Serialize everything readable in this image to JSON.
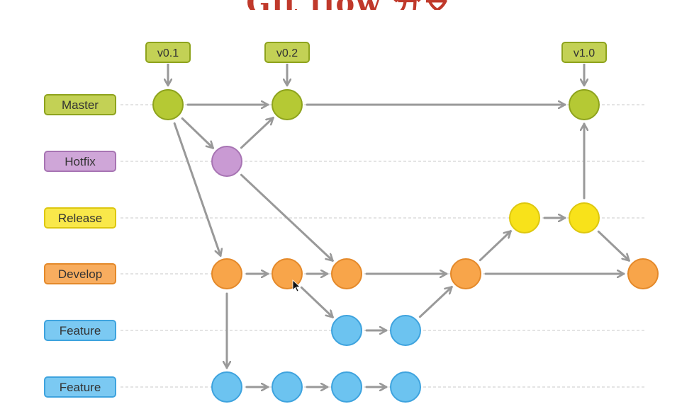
{
  "title": "Git flow 分支",
  "colors": {
    "title": "#c0392b",
    "arrow": "#999999",
    "guide": "#c8c8c8",
    "master": {
      "fill": "#b5c934",
      "stroke": "#8ea31d",
      "label_fill": "#c3d155"
    },
    "hotfix": {
      "fill": "#c99ad3",
      "stroke": "#a774b3",
      "label_fill": "#cfa6d8"
    },
    "release": {
      "fill": "#f8e21a",
      "stroke": "#ddc70f",
      "label_fill": "#f9e84a"
    },
    "develop": {
      "fill": "#f8a54a",
      "stroke": "#e4892a",
      "label_fill": "#f8ad5f"
    },
    "feature": {
      "fill": "#6cc3f0",
      "stroke": "#3ea3de",
      "label_fill": "#7bc9f2"
    }
  },
  "branches": [
    {
      "id": "master",
      "label": "Master",
      "color": "master"
    },
    {
      "id": "hotfix",
      "label": "Hotfix",
      "color": "hotfix"
    },
    {
      "id": "release",
      "label": "Release",
      "color": "release"
    },
    {
      "id": "develop",
      "label": "Develop",
      "color": "develop"
    },
    {
      "id": "feature1",
      "label": "Feature",
      "color": "feature"
    },
    {
      "id": "feature2",
      "label": "Feature",
      "color": "feature"
    }
  ],
  "tags": [
    {
      "label": "v0.1",
      "commit": "m1"
    },
    {
      "label": "v0.2",
      "commit": "m2"
    },
    {
      "label": "v1.0",
      "commit": "m3"
    }
  ],
  "commits": [
    {
      "id": "m1",
      "branch": "master"
    },
    {
      "id": "m2",
      "branch": "master"
    },
    {
      "id": "m3",
      "branch": "master"
    },
    {
      "id": "h1",
      "branch": "hotfix"
    },
    {
      "id": "r1",
      "branch": "release"
    },
    {
      "id": "r2",
      "branch": "release"
    },
    {
      "id": "d1",
      "branch": "develop"
    },
    {
      "id": "d2",
      "branch": "develop"
    },
    {
      "id": "d3",
      "branch": "develop"
    },
    {
      "id": "d4",
      "branch": "develop"
    },
    {
      "id": "d5",
      "branch": "develop"
    },
    {
      "id": "fa1",
      "branch": "feature1"
    },
    {
      "id": "fa2",
      "branch": "feature1"
    },
    {
      "id": "fb1",
      "branch": "feature2"
    },
    {
      "id": "fb2",
      "branch": "feature2"
    },
    {
      "id": "fb3",
      "branch": "feature2"
    },
    {
      "id": "fb4",
      "branch": "feature2"
    }
  ],
  "edges": [
    [
      "m1",
      "m2"
    ],
    [
      "m1",
      "h1"
    ],
    [
      "h1",
      "m2"
    ],
    [
      "m2",
      "m3"
    ],
    [
      "m1",
      "d1"
    ],
    [
      "h1",
      "d3"
    ],
    [
      "d1",
      "d2"
    ],
    [
      "d2",
      "d3"
    ],
    [
      "d3",
      "d4"
    ],
    [
      "d4",
      "d5"
    ],
    [
      "d2",
      "fa1"
    ],
    [
      "fa1",
      "fa2"
    ],
    [
      "fa2",
      "d4"
    ],
    [
      "d1",
      "fb1"
    ],
    [
      "fb1",
      "fb2"
    ],
    [
      "fb2",
      "fb3"
    ],
    [
      "fb3",
      "fb4"
    ],
    [
      "d4",
      "r1"
    ],
    [
      "r1",
      "r2"
    ],
    [
      "r2",
      "m3"
    ],
    [
      "r2",
      "d5"
    ]
  ]
}
